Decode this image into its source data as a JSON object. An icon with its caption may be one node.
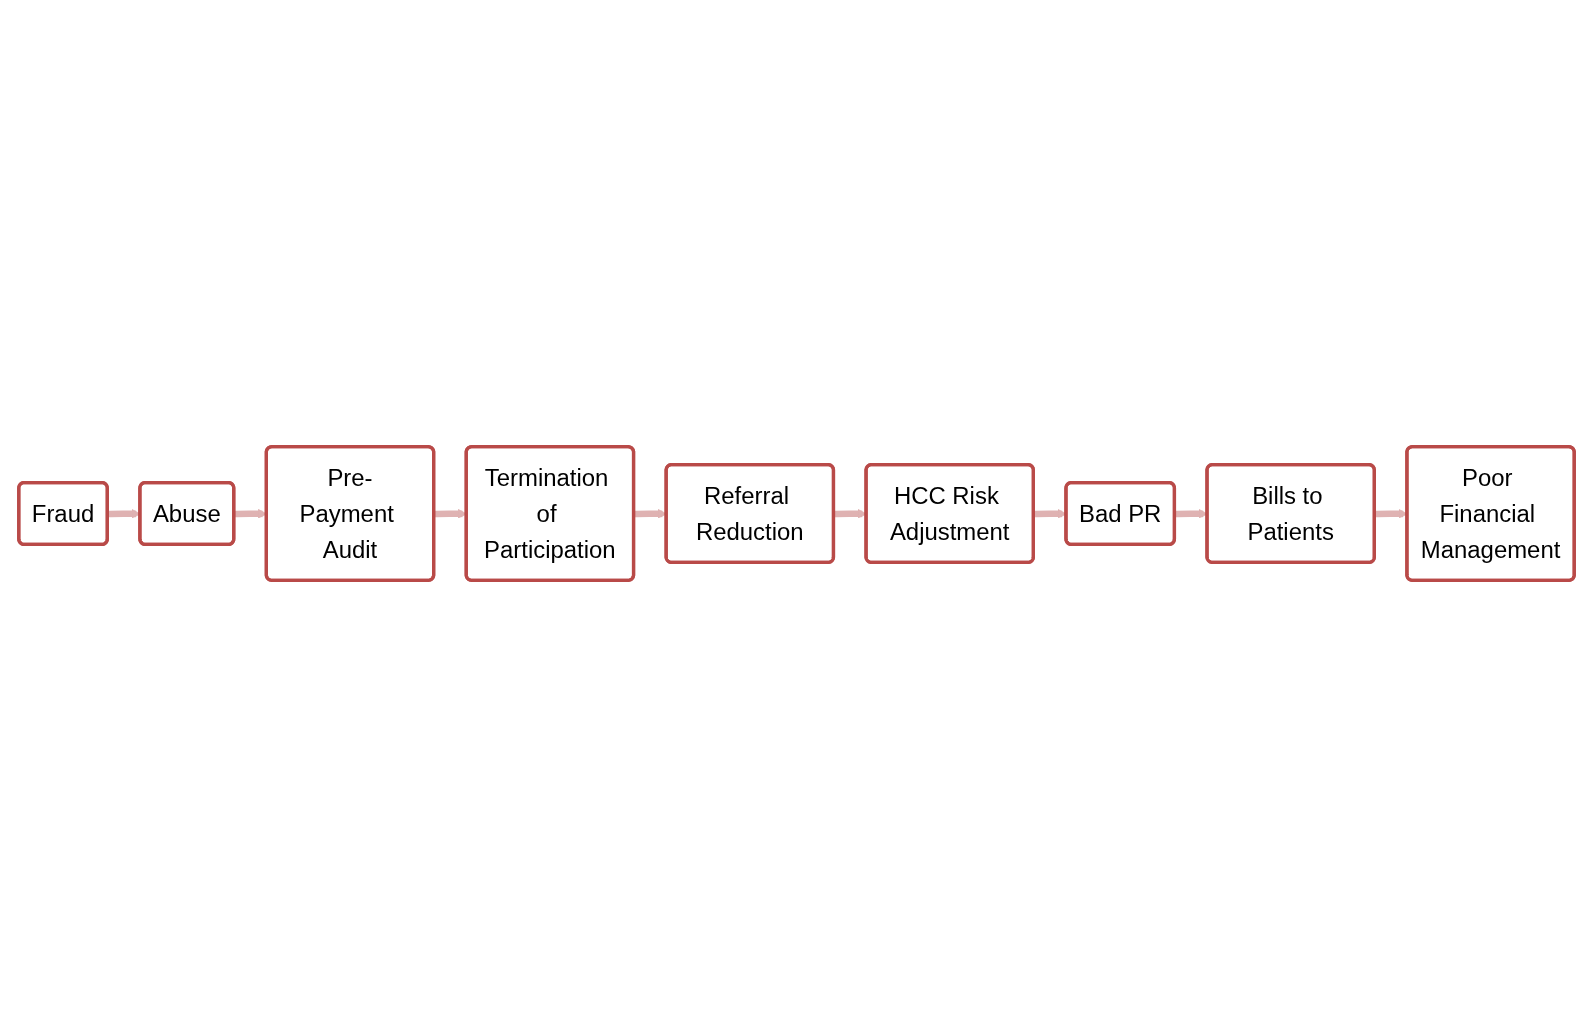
{
  "diagram": {
    "nodes": [
      {
        "text": [
          "Fraud"
        ]
      },
      {
        "text": [
          "Abuse"
        ]
      },
      {
        "text": [
          "Pre-Payment Audit"
        ]
      },
      {
        "text": [
          "Termination of Participation"
        ]
      },
      {
        "text": [
          "Referral Reduction"
        ]
      },
      {
        "text": [
          "HCC Risk Adjustment"
        ]
      },
      {
        "text": [
          "Bad PR"
        ]
      },
      {
        "text": [
          "Bills to Patients"
        ]
      },
      {
        "text": [
          "Poor Financial Management"
        ]
      }
    ],
    "edges": [
      {
        "from": 0,
        "to": 1,
        "arrow": "to"
      },
      {
        "from": 1,
        "to": 2,
        "arrow": "to"
      },
      {
        "from": 2,
        "to": 3,
        "arrow": "to"
      },
      {
        "from": 3,
        "to": 4,
        "arrow": "to"
      },
      {
        "from": 4,
        "to": 5,
        "arrow": "to"
      },
      {
        "from": 5,
        "to": 6,
        "arrow": "to"
      },
      {
        "from": 6,
        "to": 7,
        "arrow": "to"
      },
      {
        "from": 7,
        "to": 8,
        "arrow": "to"
      }
    ]
  }
}
